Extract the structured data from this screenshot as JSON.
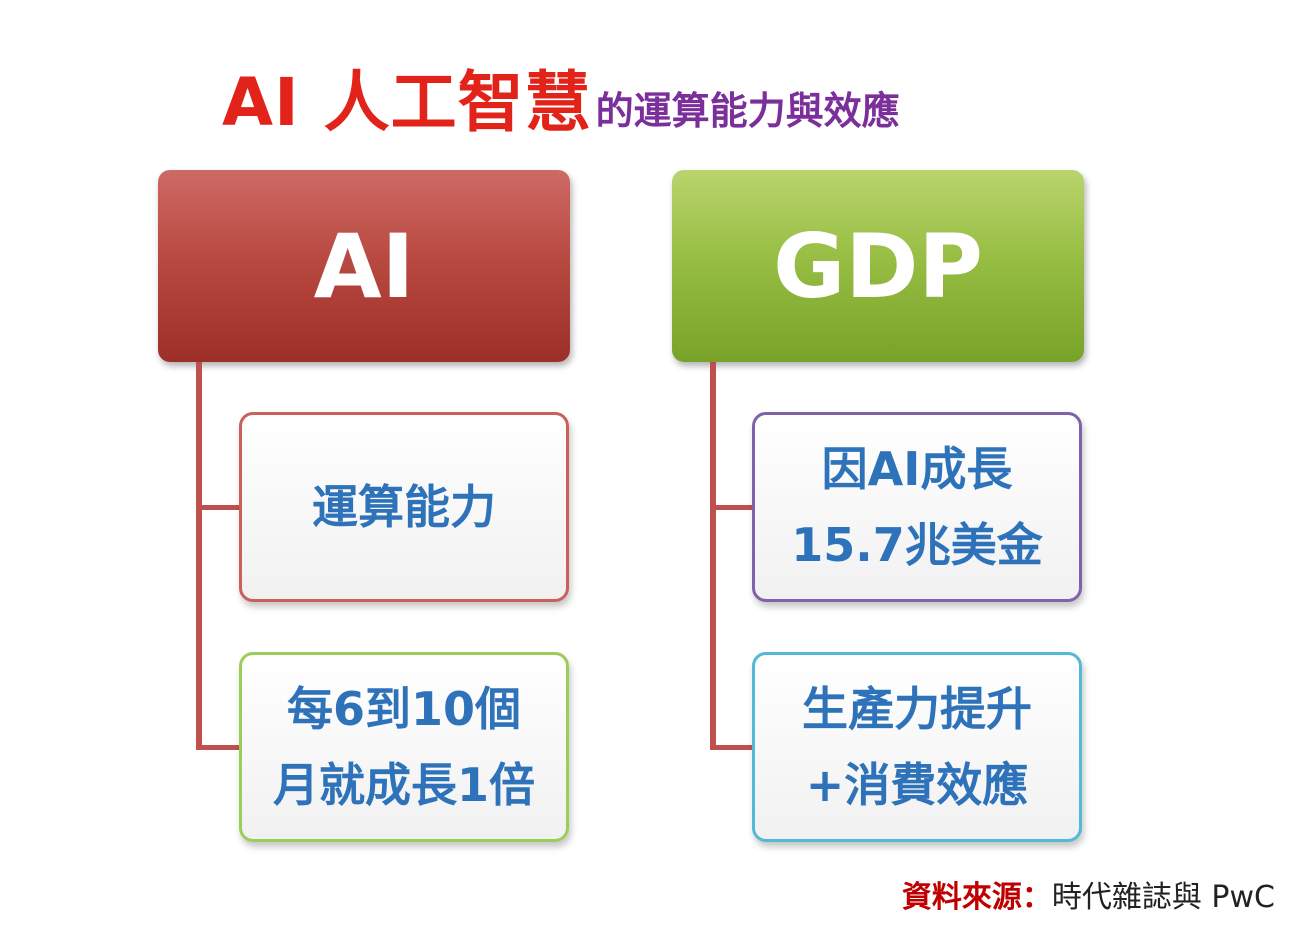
{
  "title": {
    "main": "AI 人工智慧",
    "sub": "的運算能力與效應"
  },
  "left_branch": {
    "header": "AI",
    "header_color": "#b94a42",
    "items": [
      {
        "text": "運算能力",
        "border_color": "#c9605c"
      },
      {
        "text": "每6到10個\n月就成長1倍",
        "border_color": "#9bcd58"
      }
    ]
  },
  "right_branch": {
    "header": "GDP",
    "header_color": "#98be44",
    "items": [
      {
        "text": "因AI成長\n15.7兆美金",
        "border_color": "#8062ab"
      },
      {
        "text": "生產力提升\n+消費效應",
        "border_color": "#55b8d6"
      }
    ]
  },
  "source": {
    "label": "資料來源：",
    "text": "時代雜誌與 PwC"
  }
}
